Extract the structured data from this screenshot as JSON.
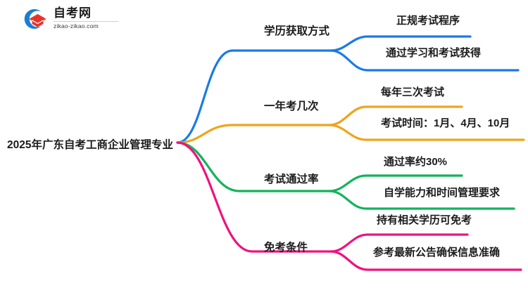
{
  "logo": {
    "name": "zikao-logo",
    "title": "自考网",
    "subtitle": "zikao-zikao.com",
    "circle_color": "#1a7fd4",
    "cap_color": "#e8332a"
  },
  "mindmap": {
    "root": {
      "label": "2025年广东自考工商企业管理专业"
    },
    "branches": [
      {
        "label": "学历获取方式",
        "color": "#1a7ae8",
        "leaves": [
          {
            "label": "正规考试程序"
          },
          {
            "label": "通过学习和考试获得"
          }
        ]
      },
      {
        "label": "一年考几次",
        "color": "#efa41c",
        "leaves": [
          {
            "label": "每年三次考试"
          },
          {
            "label": "考试时间：1月、4月、10月"
          }
        ]
      },
      {
        "label": "考试通过率",
        "color": "#11b45a",
        "leaves": [
          {
            "label": "通过率约30%"
          },
          {
            "label": "自学能力和时间管理要求"
          }
        ]
      },
      {
        "label": "免考条件",
        "color": "#f0117e",
        "leaves": [
          {
            "label": "持有相关学历可免考"
          },
          {
            "label": "参考最新公告确保信息准确"
          }
        ]
      }
    ]
  }
}
